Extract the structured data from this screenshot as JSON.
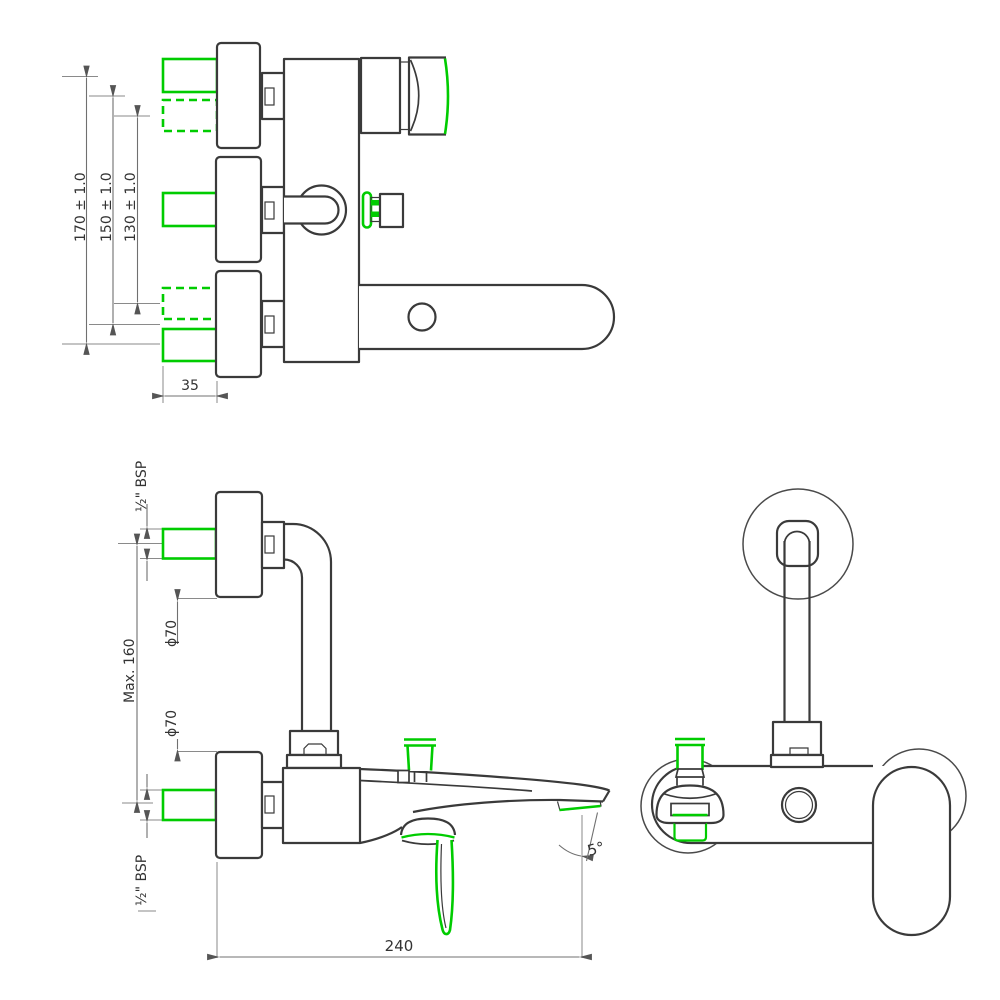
{
  "drawing": {
    "subject": "wall-mounted bath shower mixer technical drawing",
    "views": [
      "top-view",
      "front-view",
      "side-view"
    ]
  },
  "colors": {
    "accent_green": "#00cc00",
    "line_dark": "#3a3a3a",
    "line_medium": "#4a4a4a",
    "line_dim": "#707070",
    "background": "#ffffff"
  },
  "labels": {
    "top_view": {
      "d170": "170 ± 1.0",
      "d150": "150 ± 1.0",
      "d130": "130 ± 1.0",
      "d35": "35"
    },
    "front_view": {
      "bsp_top": "½\" BSP",
      "max_160": "Max. 160",
      "dia70_upper": "ϕ70",
      "dia70_lower": "ϕ70",
      "bsp_bottom": "½\" BSP",
      "d240": "240",
      "angle": "5°"
    }
  }
}
